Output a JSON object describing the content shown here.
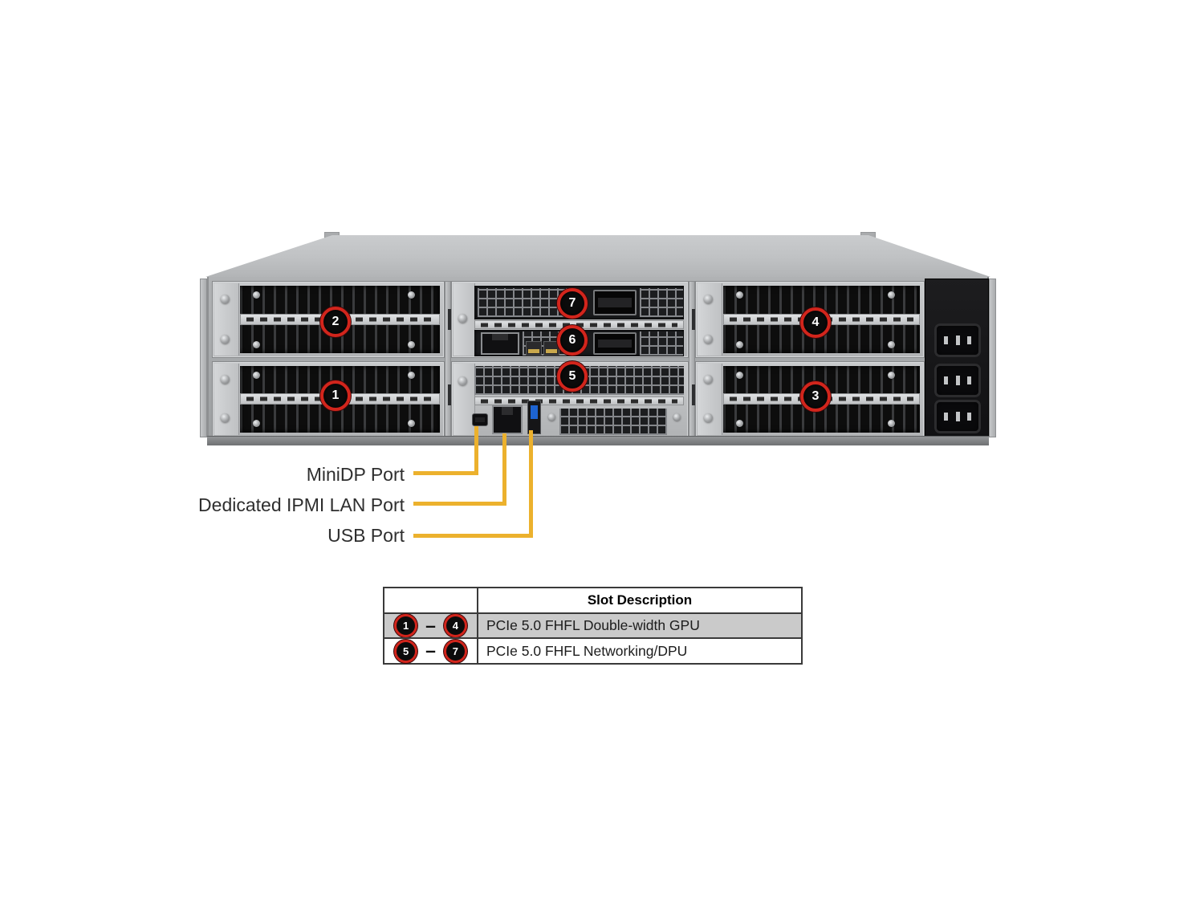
{
  "diagram": {
    "slot_badges": [
      "1",
      "2",
      "3",
      "4",
      "5",
      "6",
      "7"
    ],
    "callouts": [
      {
        "label": "MiniDP Port"
      },
      {
        "label": "Dedicated IPMI LAN Port"
      },
      {
        "label": "USB Port"
      }
    ],
    "colors": {
      "callout_line": "#ECB12D",
      "badge_ring": "#D2251C",
      "badge_fill": "#0B0B0B",
      "highlight_row": "#CACACA"
    }
  },
  "table": {
    "header": {
      "description": "Slot Description"
    },
    "rows": [
      {
        "start": "1",
        "dash": "–",
        "end": "4",
        "description": "PCIe 5.0 FHFL Double-width GPU"
      },
      {
        "start": "5",
        "dash": "–",
        "end": "7",
        "description": "PCIe 5.0 FHFL Networking/DPU"
      }
    ]
  }
}
